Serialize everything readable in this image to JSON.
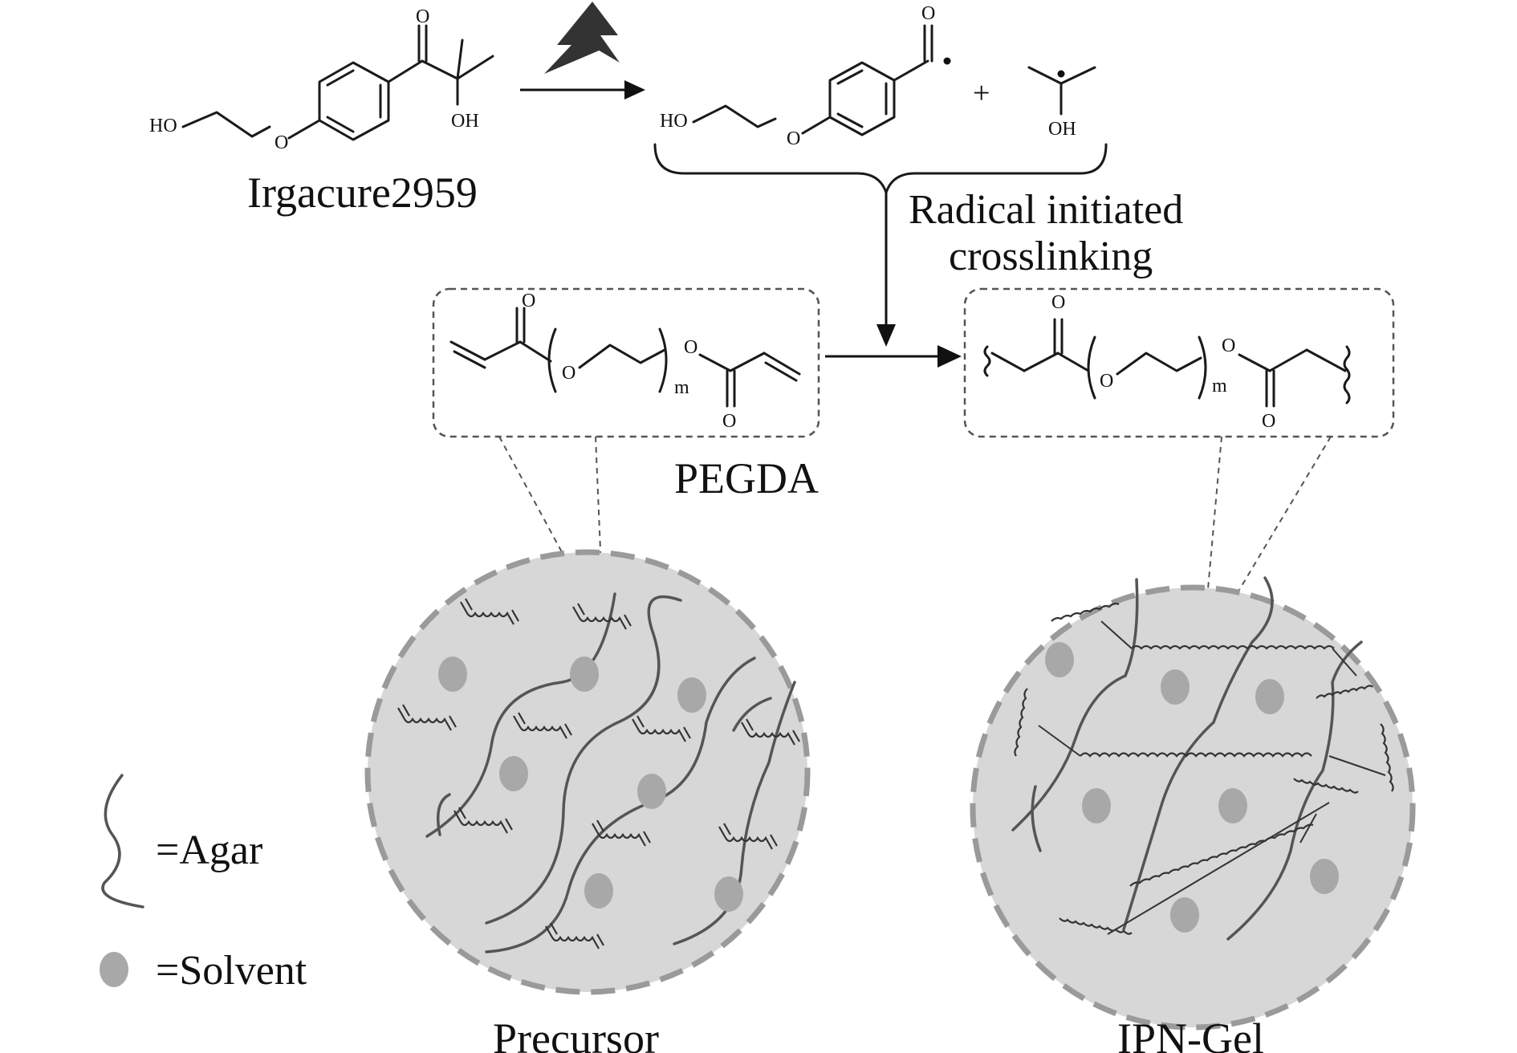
{
  "title_labels": {
    "initiator": "Irgacure2959",
    "crosslink_line1": "Radical initiated",
    "crosslink_line2": "crosslinking",
    "monomer": "PEGDA",
    "precursor": "Precursor",
    "gel": "IPN-Gel"
  },
  "legend": {
    "agar": "=Agar",
    "solvent": "=Solvent"
  },
  "atoms": {
    "O": "O",
    "OH": "OH",
    "HO": "HO",
    "m": "m",
    "plus": "+"
  },
  "colors": {
    "circle_fill": "#d7d7d7",
    "circle_border": "#9a9a9a",
    "solvent": "#a8a8a8",
    "agar": "#555555",
    "line": "#1a1a1a"
  },
  "icons": [
    "lightning-icon"
  ]
}
